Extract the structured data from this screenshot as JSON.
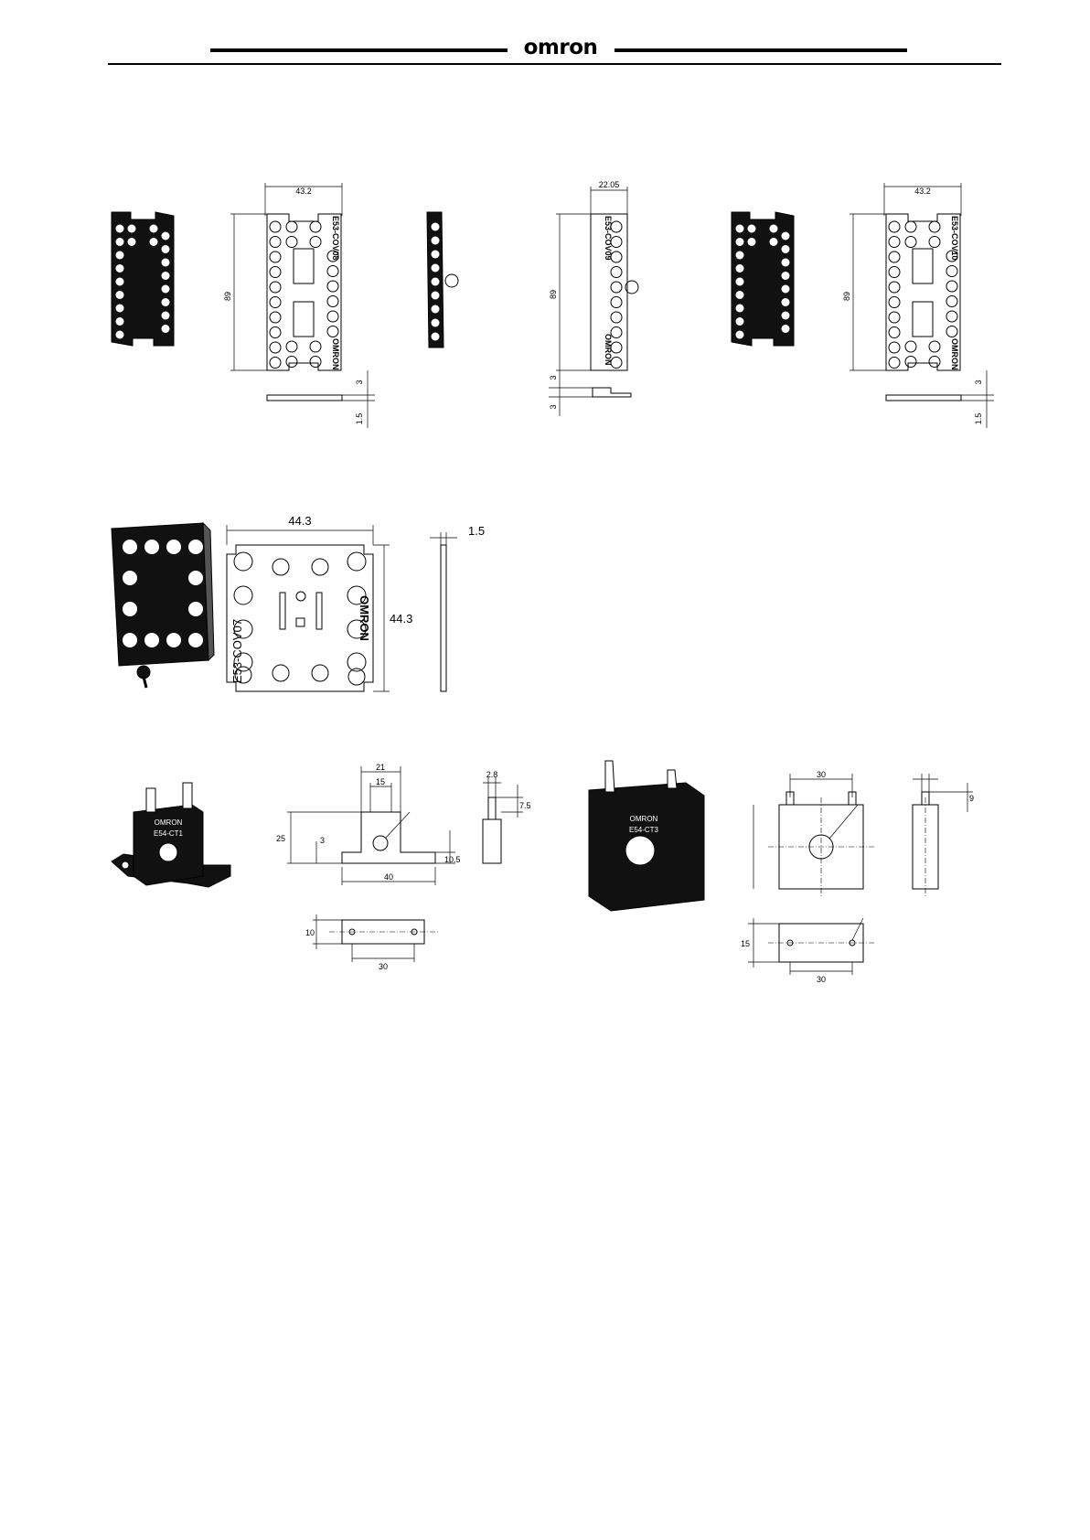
{
  "header": {
    "logo": "omron"
  },
  "cov08_front": {
    "width_label": "43.2",
    "height_label": "89",
    "label": "E53-COV08",
    "brand": "OMRON"
  },
  "cov08_side": {
    "thickness_label_a": "3",
    "thickness_label_b": "1.5"
  },
  "cov09_front": {
    "width_label": "22.05",
    "height_label": "89",
    "label": "E53-COV09",
    "brand": "OMRON"
  },
  "cov09_side": {
    "thickness_label_a": "3",
    "thickness_label_b": "3"
  },
  "cov10_front": {
    "width_label": "43.2",
    "height_label": "89",
    "label": "E53-COV10",
    "brand": "OMRON"
  },
  "cov10_side": {
    "thickness_label_a": "3",
    "thickness_label_b": "1.5"
  },
  "cov07_front": {
    "width_label": "44.3",
    "height_label": "44.3",
    "label": "E53-COV07",
    "brand": "OMRON"
  },
  "cov07_side": {
    "thickness_label": "1.5"
  },
  "ct1_photo": {
    "brand": "OMRON",
    "model": "E54-CT1"
  },
  "ct1_drawing": {
    "dim_21": "21",
    "dim_15": "15",
    "dim_25": "25",
    "dim_3": "3",
    "dim_10_5": "10.5",
    "dim_40": "40",
    "dim_2_8": "2.8",
    "dim_7_5": "7.5",
    "dim_10": "10",
    "dim_30": "30"
  },
  "ct3_photo": {
    "brand": "OMRON",
    "model": "E54-CT3"
  },
  "ct3_drawing": {
    "dim_30_top": "30",
    "dim_9": "9",
    "dim_15": "15",
    "dim_30_bottom": "30"
  }
}
